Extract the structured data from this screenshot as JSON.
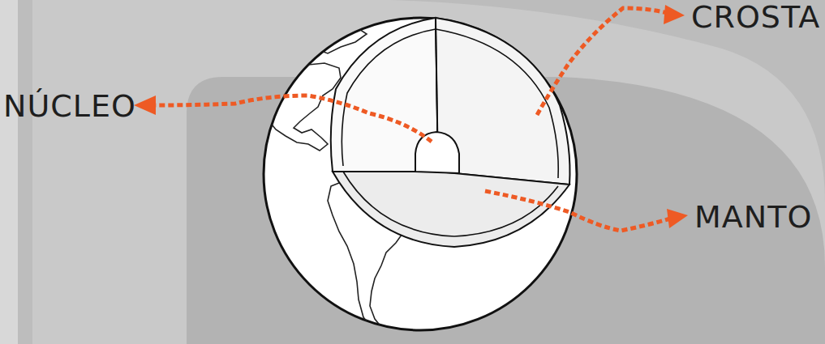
{
  "diagram": {
    "labels": [
      "NÚCLEO",
      "CROSTA",
      "MANTO"
    ]
  }
}
